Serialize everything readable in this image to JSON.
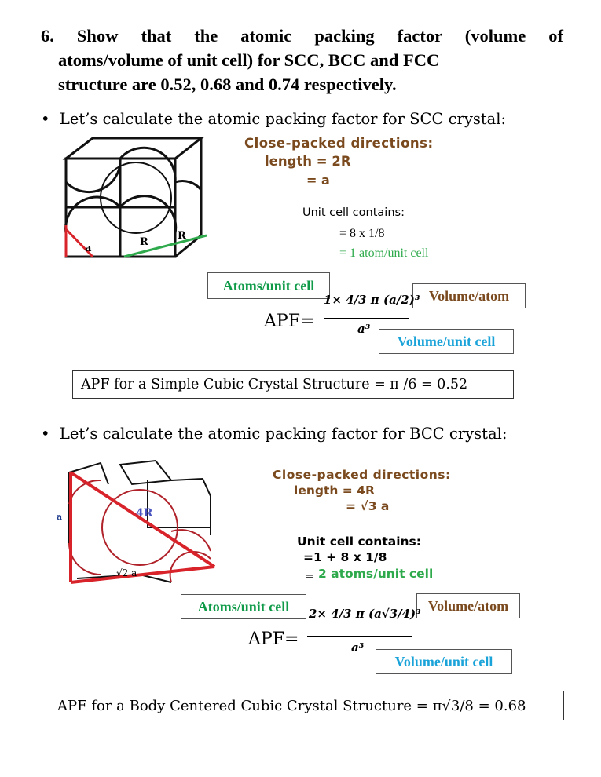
{
  "question": {
    "number": "6.",
    "line1": "Show that the atomic packing factor (volume of",
    "line2": "atoms/volume of unit cell) for SCC, BCC and FCC",
    "line3": "structure are 0.52, 0.68 and 0.74 respectively."
  },
  "scc": {
    "bullet": "Let’s calculate the atomic packing factor for SCC crystal:",
    "figure_labels": {
      "a": "a",
      "r1": "R",
      "r2": "R"
    },
    "close_packed": "Close-packed directions:",
    "length": "length = 2R",
    "equals": "= a",
    "unit_cell_contains": "Unit cell contains:",
    "calc": "= 8 x 1/8",
    "result": "= 1 atom/unit cell",
    "atoms_box": "Atoms/unit cell",
    "volume_atom_box": "Volume/atom",
    "volume_cell_box": "Volume/unit cell",
    "apf_label": "APF=",
    "numerator": "1× 4/3 π (a/2)³",
    "denominator": "a³",
    "conclusion": "APF for a Simple Cubic Crystal Structure = π /6 = 0.52"
  },
  "bcc": {
    "bullet": "Let’s calculate the atomic packing factor for BCC crystal:",
    "figure_labels": {
      "a": "a",
      "r4": "4R",
      "sqrt2a": "√2 a"
    },
    "close_packed": "Close-packed directions:",
    "length": "length = 4R",
    "equals": "= √3 a",
    "unit_cell_contains": "Unit cell contains:",
    "calc": "=1 + 8 x 1/8",
    "result_eq": "=",
    "result": "2 atoms/unit cell",
    "atoms_box": "Atoms/unit cell",
    "volume_atom_box": "Volume/atom",
    "volume_cell_box": "Volume/unit cell",
    "apf_label": "APF=",
    "numerator": "2× 4/3 π (a√3/4)³",
    "denominator": "a³",
    "conclusion": "APF for a Body Centered Cubic Crystal Structure = π√3/8 = 0.68"
  },
  "colors": {
    "brown": "#7a4a1e",
    "green": "#2eaa4c",
    "blue": "#1aa3d8",
    "red": "#d8232a"
  }
}
